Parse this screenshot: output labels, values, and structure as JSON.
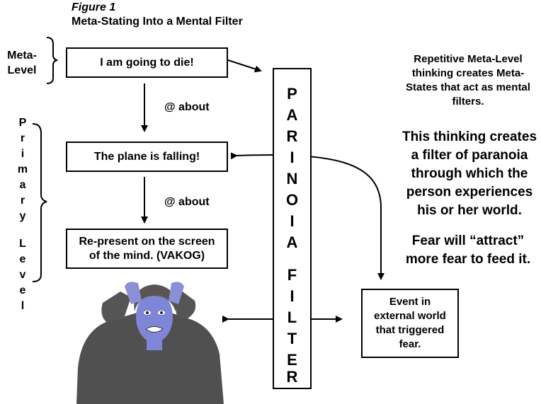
{
  "figure": {
    "label": "Figure 1",
    "title": "Meta-Stating Into a Mental Filter"
  },
  "meta_level_label": [
    "Meta-",
    "Level"
  ],
  "primary_level_letters": [
    "P",
    "r",
    "i",
    "m",
    "a",
    "r",
    "y",
    "L",
    "e",
    "v",
    "e",
    "l"
  ],
  "boxes": {
    "die": "I am going to die!",
    "plane": "The plane is falling!",
    "represent_line1": "Re-present on the screen",
    "represent_line2": "of the mind.  (VAKOG)",
    "event_lines": [
      "Event in",
      "external world",
      "that triggered",
      "fear."
    ]
  },
  "about_labels": [
    "@ about",
    "@ about"
  ],
  "filter_letters": [
    "P",
    "A",
    "R",
    "I",
    "N",
    "O",
    "I",
    "A",
    "F",
    "I",
    "L",
    "T",
    "E",
    "R"
  ],
  "right_text": {
    "block1": [
      "Repetitive Meta-Level",
      "thinking creates Meta-",
      "States that act as mental",
      "filters."
    ],
    "block2": [
      "This thinking creates",
      "a filter of paranoia",
      "through which the",
      "person experiences",
      "his or her world."
    ],
    "block3": [
      "Fear will “attract”",
      "more fear to feed it."
    ]
  },
  "colors": {
    "ink": "#000000",
    "person_skin": "#7f86d8",
    "person_sweater": "#505050",
    "person_hair": "#5a5550"
  }
}
